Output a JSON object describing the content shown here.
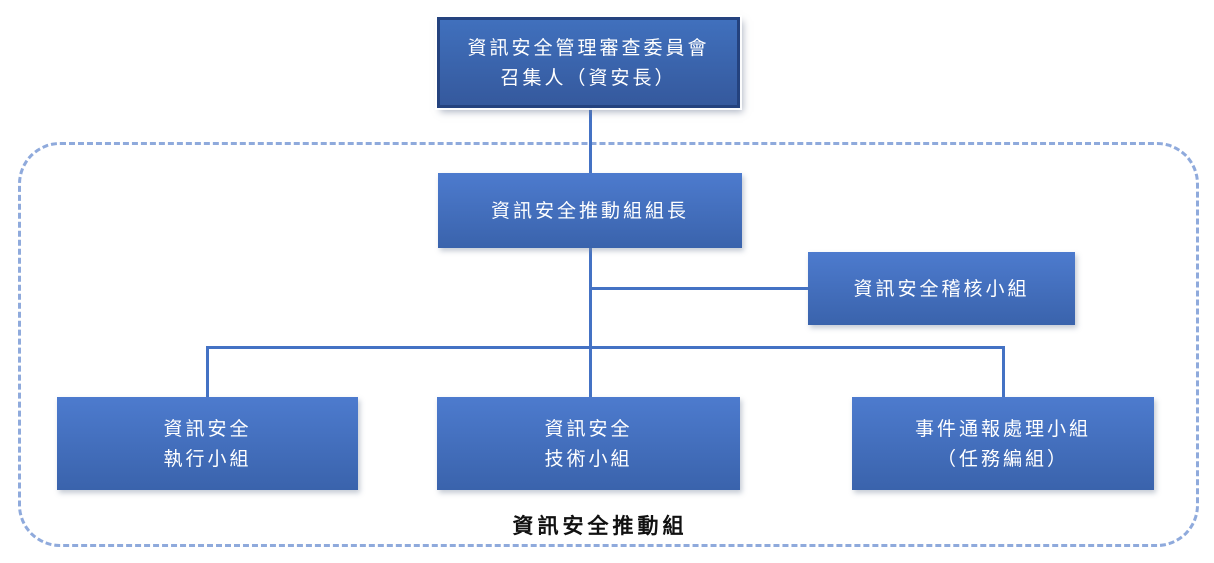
{
  "org_chart": {
    "type": "org-chart",
    "group_label": "資訊安全推動組",
    "nodes": {
      "committee_convener": {
        "line1": "資訊安全管理審查委員會",
        "line2": "召集人（資安長）"
      },
      "promotion_leader": {
        "line1": "資訊安全推動組組長"
      },
      "audit_team": {
        "line1": "資訊安全稽核小組"
      },
      "execution_team": {
        "line1": "資訊安全",
        "line2": "執行小組"
      },
      "technical_team": {
        "line1": "資訊安全",
        "line2": "技術小組"
      },
      "incident_team": {
        "line1": "事件通報處理小組",
        "line2": "（任務編組）"
      }
    },
    "colors": {
      "box_fill_top": "#4d7bce",
      "box_fill_bottom": "#3a63ac",
      "top_box_border": "#24427e",
      "connector": "#4472c4",
      "dashed_border": "#8faadc",
      "box_text": "#ffffff",
      "label_text": "#111111"
    }
  }
}
